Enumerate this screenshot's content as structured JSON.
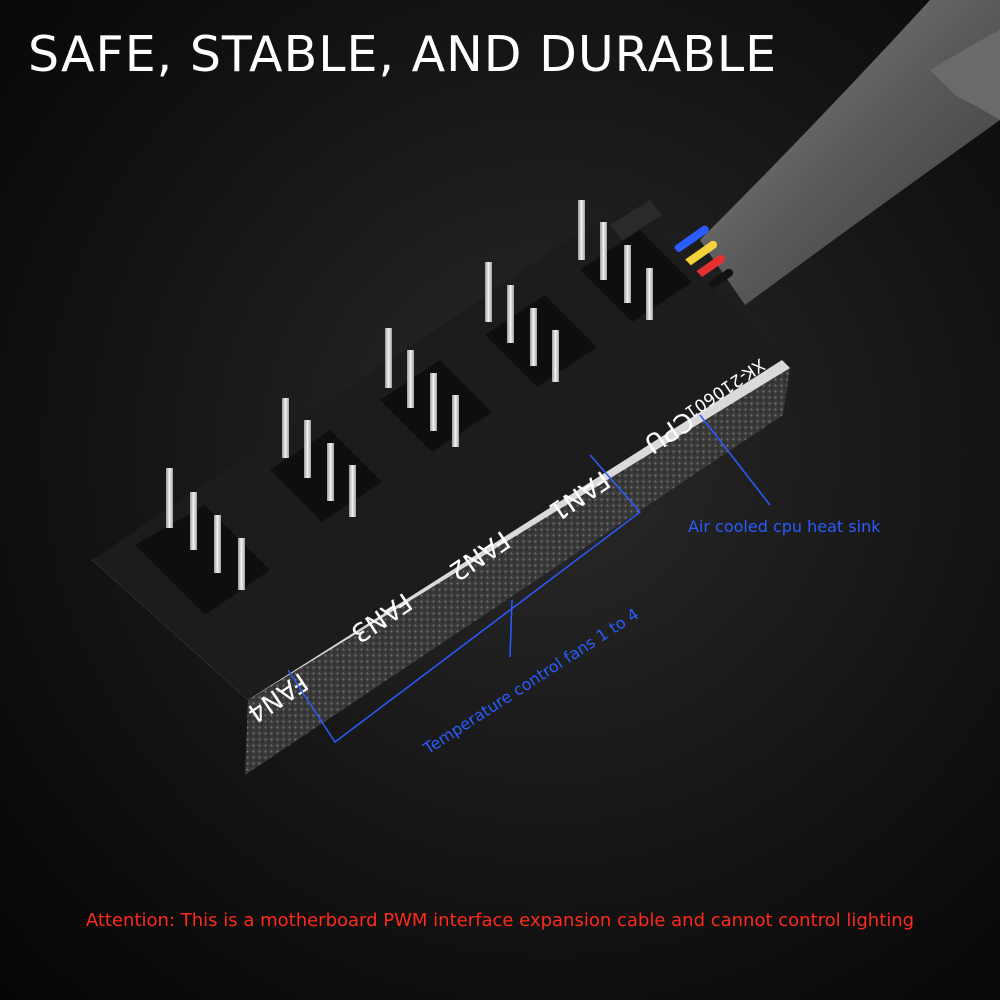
{
  "headline": "SAFE, STABLE, AND DURABLE",
  "board": {
    "model_code": "XK-210601",
    "ports": [
      "CPU",
      "FAN1",
      "FAN2",
      "FAN3",
      "FAN4"
    ]
  },
  "callouts": {
    "cpu": "Air cooled cpu heat sink",
    "fans": "Temperature control fans 1 to 4"
  },
  "attention": "Attention: This is a motherboard PWM interface expansion cable and cannot control lighting",
  "colors": {
    "headline": "#ffffff",
    "callout": "#2a5cff",
    "attention": "#ff2a1a",
    "pcb": "#1c1c1c"
  }
}
